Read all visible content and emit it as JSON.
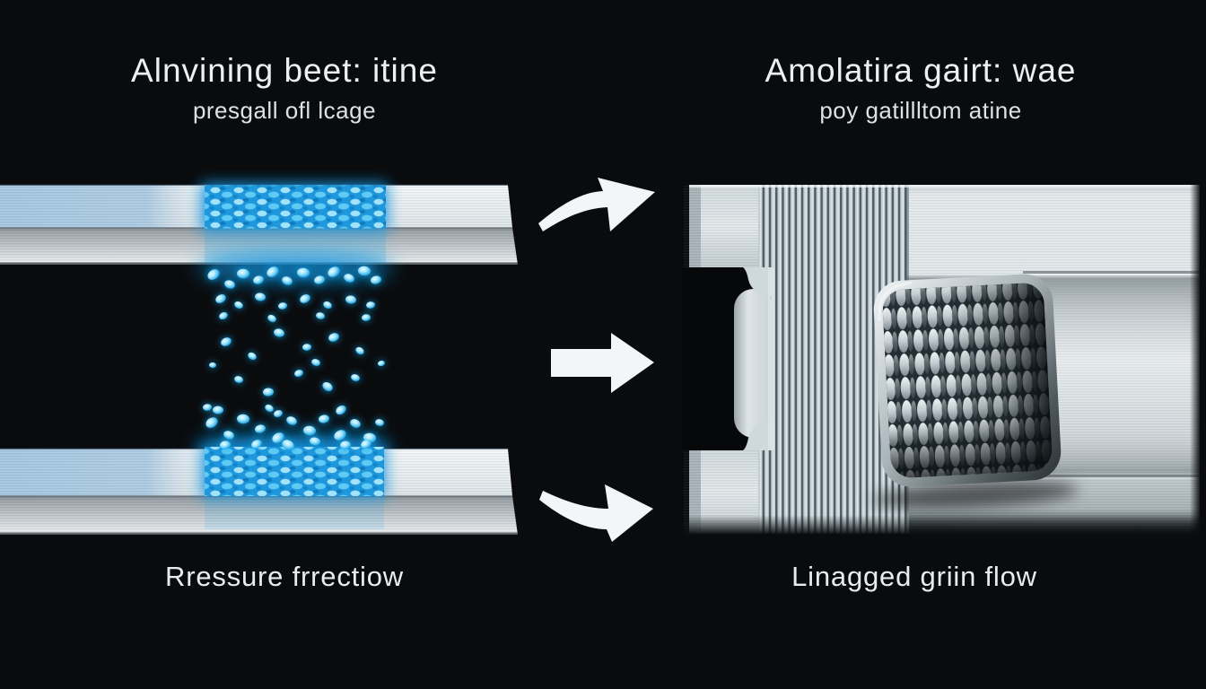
{
  "page": {
    "kind": "3d-render comparison diagram, dark background, two metallic figures with transition arrows",
    "background": "#0a0b0d"
  },
  "left_panel": {
    "title": "Alnvining beet: itine",
    "subtitle": "presgall ofl lcage",
    "caption": "Rressure frrectiow"
  },
  "right_panel": {
    "title": "Amolatira gairt: wae",
    "subtitle": "poy gatillltom atine",
    "caption": "Linagged griin flow"
  },
  "icons": [
    "curved-arrow-up-right-icon",
    "arrow-right-icon",
    "curved-arrow-down-right-icon"
  ],
  "colors": {
    "background": "#0a0b0d",
    "text": "#edf0f2",
    "particle_blue": "#3fc0f4",
    "particle_glow": "#0f8fd9",
    "patch_blue": "#1e97dc",
    "plate_tint_blue": "#a8c9e3",
    "metal_light": "#eef2f4",
    "metal_mid": "#c6d0d5",
    "metal_shadow": "#8e989d",
    "stripe_dark": "#4e5f67",
    "inset_interior": "#232e34",
    "arrow_white": "#f3f5f6"
  },
  "figure": {
    "particles": [
      [
        238,
        306,
        7
      ],
      [
        256,
        317,
        6
      ],
      [
        271,
        305,
        7
      ],
      [
        288,
        312,
        6
      ],
      [
        304,
        303,
        7
      ],
      [
        320,
        313,
        6
      ],
      [
        338,
        304,
        7
      ],
      [
        356,
        312,
        6
      ],
      [
        372,
        303,
        7
      ],
      [
        389,
        310,
        6
      ],
      [
        406,
        302,
        7
      ],
      [
        419,
        312,
        6
      ],
      [
        246,
        333,
        6
      ],
      [
        266,
        340,
        5
      ],
      [
        290,
        331,
        6
      ],
      [
        315,
        341,
        5
      ],
      [
        340,
        333,
        6
      ],
      [
        365,
        340,
        5
      ],
      [
        391,
        334,
        6
      ],
      [
        413,
        340,
        5
      ],
      [
        249,
        352,
        5
      ],
      [
        303,
        355,
        5
      ],
      [
        357,
        352,
        5
      ],
      [
        408,
        354,
        5
      ],
      [
        252,
        381,
        6
      ],
      [
        281,
        397,
        5
      ],
      [
        311,
        371,
        6
      ],
      [
        342,
        387,
        5
      ],
      [
        372,
        376,
        6
      ],
      [
        401,
        391,
        5
      ],
      [
        266,
        423,
        5
      ],
      [
        299,
        437,
        6
      ],
      [
        333,
        416,
        5
      ],
      [
        365,
        431,
        6
      ],
      [
        396,
        421,
        5
      ],
      [
        243,
        457,
        6
      ],
      [
        310,
        461,
        5
      ],
      [
        380,
        457,
        6
      ],
      [
        352,
        404,
        5
      ],
      [
        237,
        407,
        4
      ],
      [
        425,
        405,
        4
      ],
      [
        236,
        471,
        7
      ],
      [
        255,
        485,
        6
      ],
      [
        271,
        467,
        7
      ],
      [
        290,
        478,
        6
      ],
      [
        310,
        488,
        7
      ],
      [
        325,
        469,
        6
      ],
      [
        345,
        480,
        7
      ],
      [
        361,
        467,
        6
      ],
      [
        379,
        485,
        7
      ],
      [
        396,
        472,
        6
      ],
      [
        412,
        488,
        7
      ],
      [
        251,
        496,
        6
      ],
      [
        286,
        495,
        6
      ],
      [
        321,
        496,
        7
      ],
      [
        351,
        492,
        6
      ],
      [
        385,
        496,
        6
      ],
      [
        408,
        495,
        6
      ],
      [
        300,
        455,
        5
      ],
      [
        423,
        471,
        5
      ],
      [
        231,
        454,
        5
      ]
    ]
  }
}
